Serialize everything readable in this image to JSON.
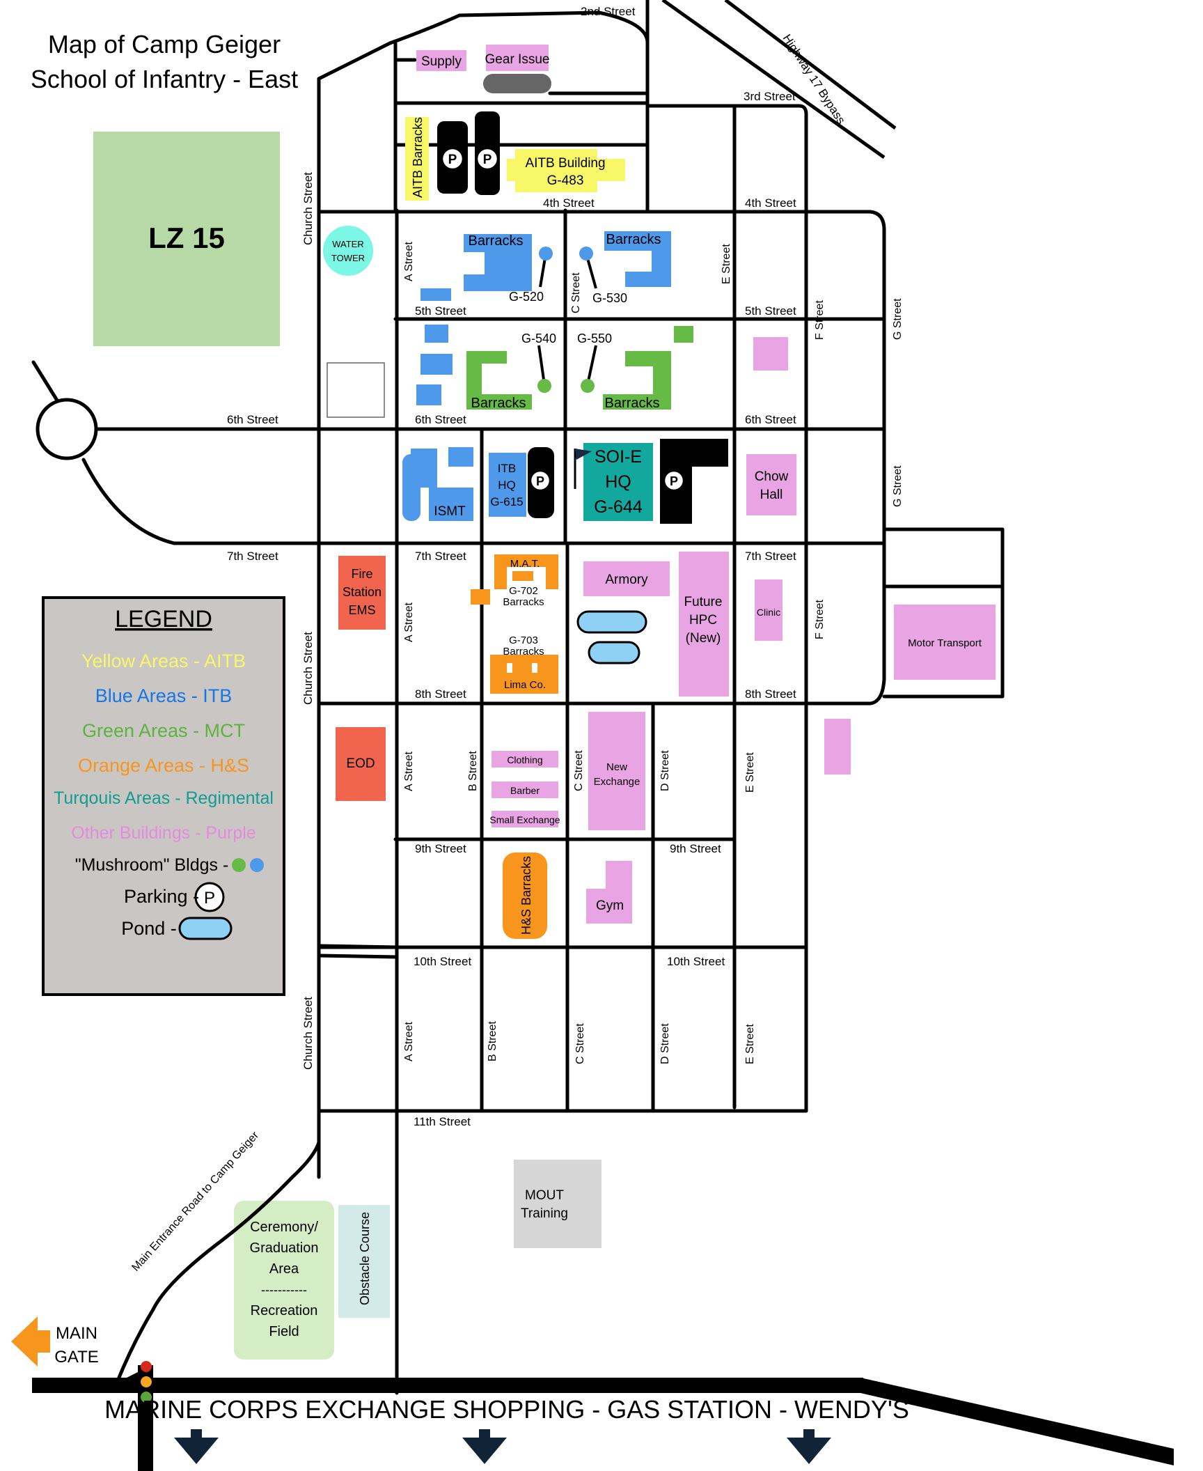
{
  "title": {
    "line1": "Map of Camp Geiger",
    "line2": "School of Infantry - East"
  },
  "colors": {
    "aitb": "#f8f768",
    "itb": "#4f99ea",
    "mct": "#66bb46",
    "hs": "#f8951d",
    "regimental": "#13a89d",
    "other": "#e9a4e4",
    "fire": "#f1644e",
    "pond": "#8fd1f4",
    "lz": "#b7d9a5",
    "water_tower": "#7cf7e5",
    "ceremony": "#d5edc4",
    "obstacle": "#d2ebe8",
    "mout": "#d6d6d6",
    "legend_bg": "#c9c6c4",
    "road": "#000000",
    "arrow_navy": "#112337",
    "main_gate_arrow": "#f8951d"
  },
  "streets": {
    "second": "2nd Street",
    "third": "3rd Street",
    "fourth_a": "4th Street",
    "fourth_b": "4th Street",
    "fifth_a": "5th Street",
    "fifth_b": "5th Street",
    "sixth_a": "6th Street",
    "sixth_b": "6th Street",
    "sixth_c": "6th Street",
    "seventh_a": "7th Street",
    "seventh_b": "7th Street",
    "seventh_c": "7th Street",
    "eighth_a": "8th Street",
    "eighth_b": "8th Street",
    "ninth_a": "9th Street",
    "ninth_b": "9th Street",
    "tenth_a": "10th Street",
    "tenth_b": "10th Street",
    "eleventh": "11th Street",
    "church_1": "Church Street",
    "church_2": "Church Street",
    "church_3": "Church Street",
    "a_1": "A Street",
    "a_2": "A Street",
    "a_3": "A Street",
    "a_4": "A Street",
    "b_1": "B Street",
    "b_2": "B Street",
    "c_1": "C Street",
    "c_2": "C Street",
    "c_3": "C Street",
    "d_1": "D Street",
    "d_2": "D Street",
    "e_1": "E Street",
    "e_2": "E Street",
    "e_3": "E Street",
    "f_1": "F Street",
    "f_2": "F Street",
    "g_1": "G Street",
    "g_2": "G Street",
    "highway": "Highway 17 Bypass",
    "main_road": "Main Entrance Road to Camp Geiger"
  },
  "buildings": {
    "lz": "LZ 15",
    "water_tower_1": "WATER",
    "water_tower_2": "TOWER",
    "supply": "Supply",
    "gear_issue": "Gear Issue",
    "aitb_barracks": "AITB Barracks",
    "aitb_building_1": "AITB Building",
    "aitb_building_2": "G-483",
    "barracks_520": "Barracks",
    "id_520": "G-520",
    "barracks_530": "Barracks",
    "id_530": "G-530",
    "id_540": "G-540",
    "barracks_540": "Barracks",
    "id_550": "G-550",
    "barracks_550": "Barracks",
    "ismt": "ISMT",
    "itb_hq_1": "ITB",
    "itb_hq_2": "HQ",
    "itb_hq_3": "G-615",
    "soi_1": "SOI-E",
    "soi_2": "HQ",
    "soi_3": "G-644",
    "chow_1": "Chow",
    "chow_2": "Hall",
    "fire_1": "Fire",
    "fire_2": "Station",
    "fire_3": "EMS",
    "mat": "M.A.T.",
    "g702_1": "G-702",
    "g702_2": "Barracks",
    "g703_1": "G-703",
    "g703_2": "Barracks",
    "lima": "Lima Co.",
    "armory": "Armory",
    "hpc_1": "Future",
    "hpc_2": "HPC",
    "hpc_3": "(New)",
    "clinic": "Clinic",
    "motor_transport": "Motor Transport",
    "eod": "EOD",
    "clothing": "Clothing",
    "barber": "Barber",
    "small_exchange": "Small Exchange",
    "new_exchange_1": "New",
    "new_exchange_2": "Exchange",
    "hs_barracks": "H&S Barracks",
    "gym": "Gym",
    "mout_1": "MOUT",
    "mout_2": "Training",
    "ceremony_1": "Ceremony/",
    "ceremony_2": "Graduation",
    "ceremony_3": "Area",
    "ceremony_sep": "-----------",
    "ceremony_4": "Recreation",
    "ceremony_5": "Field",
    "obstacle": "Obstacle Course",
    "parking": "P"
  },
  "legend": {
    "title": "LEGEND",
    "yellow": "Yellow Areas - AITB",
    "blue": "Blue Areas - ITB",
    "green": "Green Areas - MCT",
    "orange": "Orange Areas - H&S",
    "turq": "Turqouis Areas - Regimental",
    "purple": "Other Buildings - Purple",
    "mushroom": "\"Mushroom\" Bldgs -",
    "parking": "Parking -",
    "parking_symbol": "P",
    "pond": "Pond -"
  },
  "bottom": {
    "main_gate_1": "MAIN",
    "main_gate_2": "GATE",
    "banner": "MARINE CORPS EXCHANGE SHOPPING - GAS STATION - WENDY'S"
  }
}
